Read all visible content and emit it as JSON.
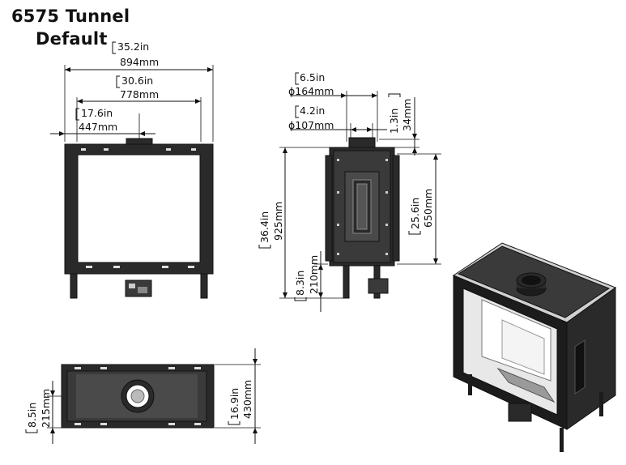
{
  "title": {
    "line1": "6575 Tunnel",
    "line2": "Default"
  },
  "front_view": {
    "dim_total_in": "35.2in",
    "dim_total_mm": "894mm",
    "dim_opening_in": "30.6in",
    "dim_opening_mm": "778mm",
    "dim_center_in": "17.6in",
    "dim_center_mm": "447mm"
  },
  "side_view": {
    "dim_flue_outer_in": "6.5in",
    "dim_flue_outer_mm": "ϕ164mm",
    "dim_flue_inner_in": "4.2in",
    "dim_flue_inner_mm": "ϕ107mm",
    "dim_collar_in": "1.3in",
    "dim_collar_mm": "34mm",
    "dim_height_in": "36.4in",
    "dim_height_mm": "925mm",
    "dim_body_in": "25.6in",
    "dim_body_mm": "650mm",
    "dim_legs_in": "8.3in",
    "dim_legs_mm": "210mm"
  },
  "top_view": {
    "dim_depth_in": "16.9in",
    "dim_depth_mm": "430mm",
    "dim_center_in": "8.5in",
    "dim_center_mm": "215mm"
  },
  "colors": {
    "line": "#111111",
    "frame_fill": "#2a2a2a",
    "glass": "#ffffff",
    "iso_dark": "#1c1c1c",
    "iso_panel": "#e8e8e8"
  }
}
